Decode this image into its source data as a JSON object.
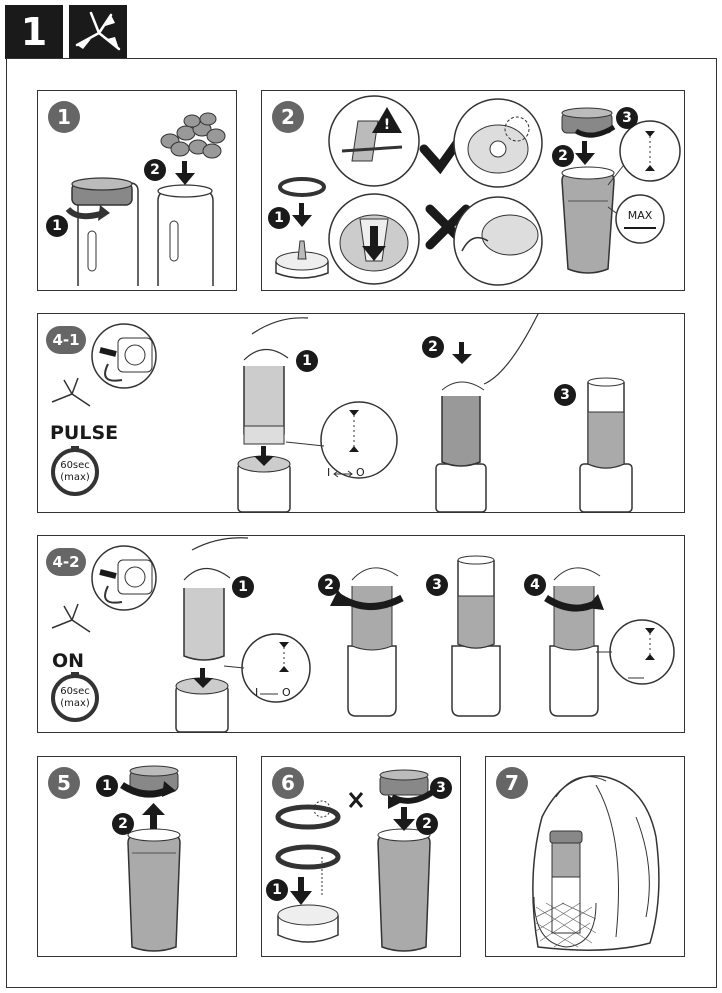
{
  "header": {
    "step_number": "1",
    "icon": "blade-icon"
  },
  "panels": [
    {
      "badge": "1",
      "markers": [
        "1",
        "2"
      ]
    },
    {
      "badge": "2",
      "markers": [
        "1",
        "2",
        "3"
      ],
      "max_label": "MAX"
    },
    {
      "badge": "4-1",
      "mode_label": "PULSE",
      "timer": {
        "value": "60sec",
        "note": "(max)"
      },
      "markers": [
        "1",
        "2",
        "3"
      ],
      "switch_label": "I",
      "switch_off": "O"
    },
    {
      "badge": "4-2",
      "mode_label": "ON",
      "timer": {
        "value": "60sec",
        "note": "(max)"
      },
      "markers": [
        "1",
        "2",
        "3",
        "4"
      ],
      "switch_label": "I",
      "switch_off": "O"
    },
    {
      "badge": "5",
      "markers": [
        "1",
        "2"
      ]
    },
    {
      "badge": "6",
      "markers": [
        "1",
        "2",
        "3"
      ]
    },
    {
      "badge": "7"
    }
  ],
  "colors": {
    "dark": "#1a1a1a",
    "badge": "#666666",
    "liquid": "#9a9a9a",
    "liquid_light": "#c8c8c8"
  }
}
